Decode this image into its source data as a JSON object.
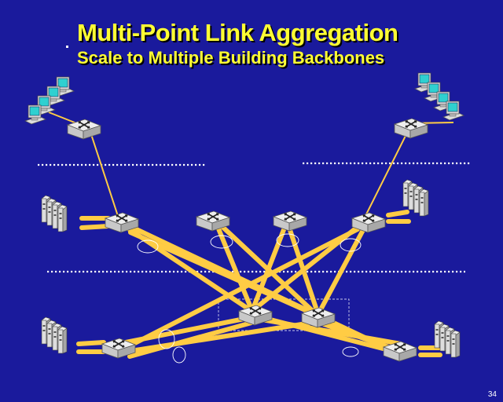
{
  "slide": {
    "title": "Multi-Point Link Aggregation",
    "subtitle": "Scale to Multiple Building Backbones",
    "page_number": "34"
  },
  "colors": {
    "background": "#1a1a9c",
    "title": "#ffff33",
    "link": "#ffcc44",
    "switch_top": "#eeeeee",
    "switch_side": "#b8b8b8",
    "monitor_screen": "#2fd0d0",
    "divider": "#ffffff"
  },
  "icons": [
    "switch-icon",
    "workstation-icon",
    "server-rack-icon"
  ]
}
